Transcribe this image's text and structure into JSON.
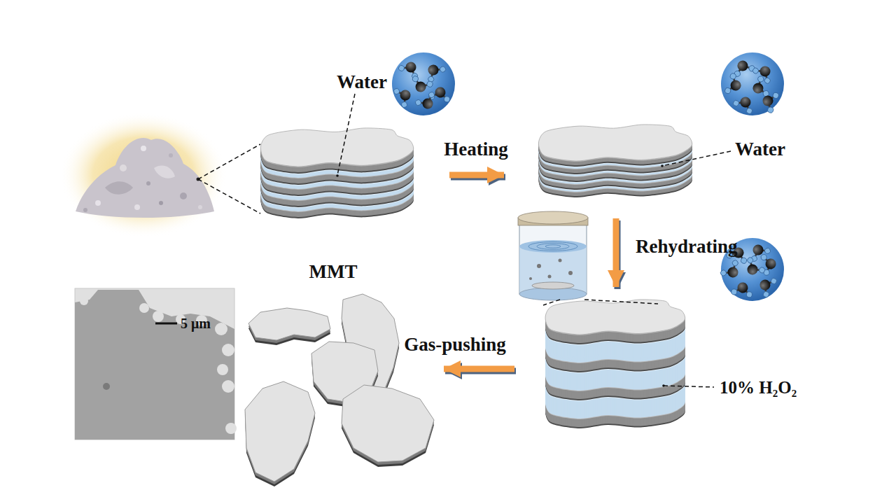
{
  "diagram": {
    "nodes": [
      {
        "text": [
          "Water",
          "MMT"
        ]
      },
      {
        "text": [
          "Water"
        ]
      },
      {
        "text": [
          "10% H₂O₂"
        ]
      }
    ],
    "edges": [
      {
        "from": 0,
        "to": 1,
        "label": "Heating",
        "arrow": "to"
      },
      {
        "from": 1,
        "to": 2,
        "label": "Rehydrating",
        "arrow": "to"
      }
    ],
    "labels": [
      "Gas-pushing",
      "5 μm"
    ]
  }
}
